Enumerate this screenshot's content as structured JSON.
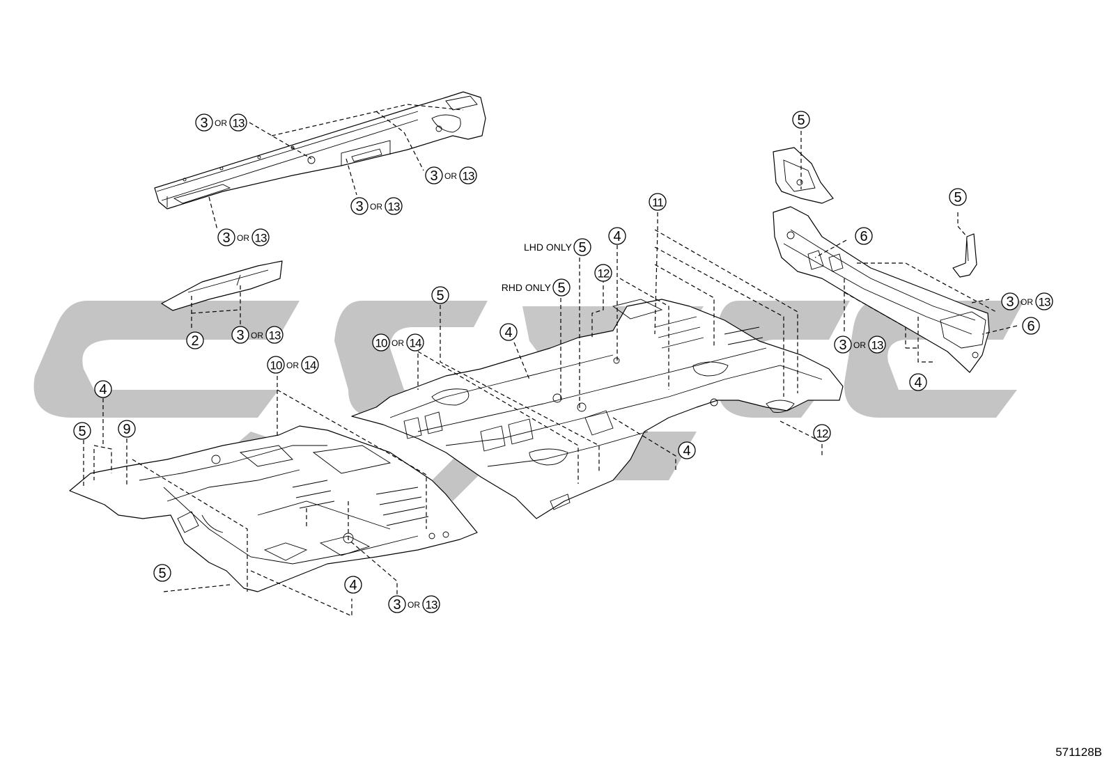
{
  "diagram_code": "571128B",
  "callouts": [
    {
      "id": "c-top-rail-1",
      "num": "3",
      "or": "13"
    },
    {
      "id": "c-top-rail-2",
      "num": "3",
      "or": "13"
    },
    {
      "id": "c-top-rail-3",
      "num": "3",
      "or": "13"
    },
    {
      "id": "c-top-rail-4",
      "num": "3",
      "or": "13"
    },
    {
      "id": "c-brace",
      "num": "3",
      "or": "13"
    },
    {
      "id": "c-2",
      "num": "2"
    },
    {
      "id": "c-front-10",
      "num": "10",
      "or": "14"
    },
    {
      "id": "c-front-4",
      "num": "4"
    },
    {
      "id": "c-front-5a",
      "num": "5"
    },
    {
      "id": "c-front-9",
      "num": "9"
    },
    {
      "id": "c-front-5b",
      "num": "5"
    },
    {
      "id": "c-front-4b",
      "num": "4"
    },
    {
      "id": "c-front-3",
      "num": "3",
      "or": "13"
    },
    {
      "id": "c-center-5",
      "num": "5"
    },
    {
      "id": "c-center-10",
      "num": "10",
      "or": "14"
    },
    {
      "id": "c-center-4",
      "num": "4"
    },
    {
      "id": "c-lhd-5",
      "num": "5",
      "prefix": "LHD ONLY"
    },
    {
      "id": "c-rhd-5",
      "num": "5",
      "prefix": "RHD ONLY"
    },
    {
      "id": "c-center-12a",
      "num": "12"
    },
    {
      "id": "c-center-4b",
      "num": "4"
    },
    {
      "id": "c-center-11",
      "num": "11"
    },
    {
      "id": "c-center-4c",
      "num": "4"
    },
    {
      "id": "c-center-12b",
      "num": "12"
    },
    {
      "id": "c-rear-5a",
      "num": "5"
    },
    {
      "id": "c-rear-6a",
      "num": "6"
    },
    {
      "id": "c-rear-5b",
      "num": "5"
    },
    {
      "id": "c-rear-3a",
      "num": "3",
      "or": "13"
    },
    {
      "id": "c-rear-6b",
      "num": "6"
    },
    {
      "id": "c-rear-3b",
      "num": "3",
      "or": "13"
    },
    {
      "id": "c-rear-4",
      "num": "4"
    }
  ]
}
